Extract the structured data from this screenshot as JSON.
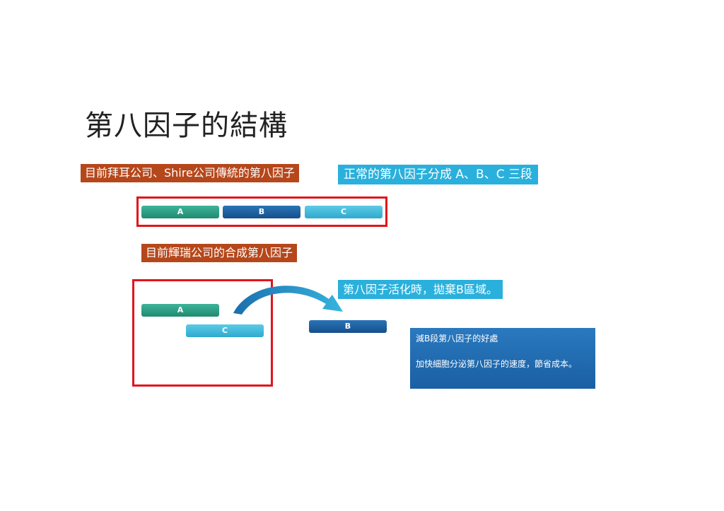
{
  "title": "第八因子的結構",
  "labels": {
    "traditional": "目前拜耳公司、Shire公司傳統的第八因子",
    "normal": "正常的第八因子分成 A、B、C 三段",
    "pfizer": "目前輝瑞公司的合成第八因子",
    "activation": "第八因子活化時，拋棄B區域。"
  },
  "segments": {
    "a": "A",
    "b": "B",
    "c": "C"
  },
  "info": {
    "heading": "減B段第八因子的好處",
    "body": "加快細胞分泌第八因子的速度，節省成本。"
  },
  "colors": {
    "label_orange": "#b5471b",
    "label_cyan": "#2ab0dc",
    "segment_a": "#1f8b6f",
    "segment_b": "#1a5fa3",
    "segment_c": "#3bb7dc",
    "frame_red": "#e0151b",
    "arrow": "#2a9fd0"
  }
}
